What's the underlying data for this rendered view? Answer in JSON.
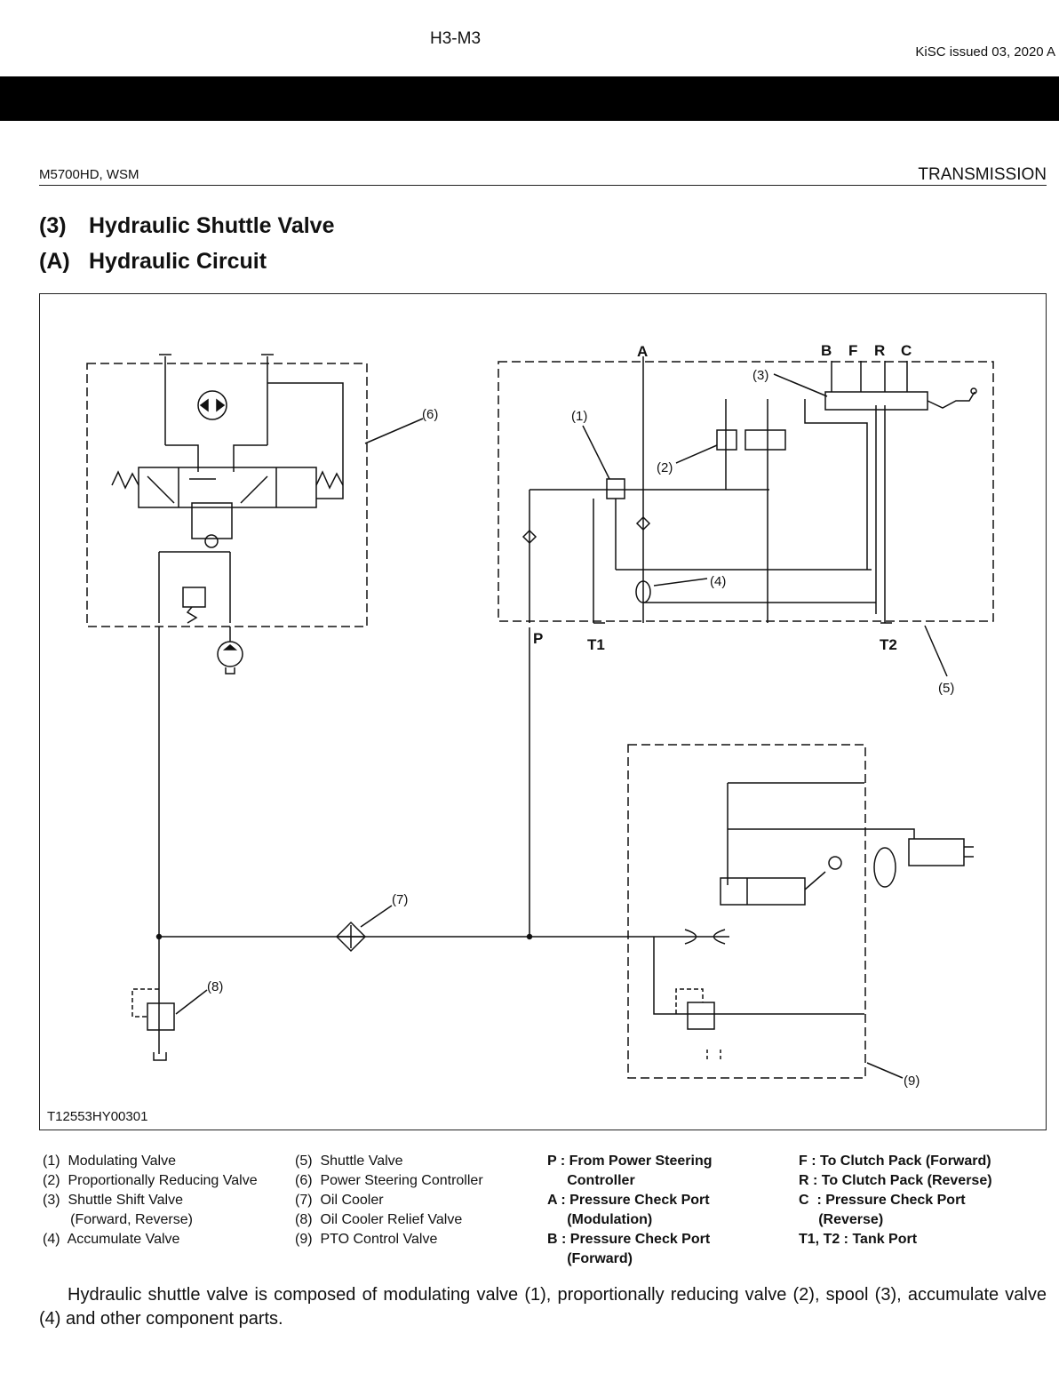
{
  "header": {
    "page_code": "H3-M3",
    "issue": "KiSC issued 03, 2020 A",
    "model": "M5700HD, WSM",
    "section": "TRANSMISSION"
  },
  "headings": [
    {
      "num": "(3)",
      "text": "Hydraulic Shuttle Valve"
    },
    {
      "num": "(A)",
      "text": "Hydraulic Circuit"
    }
  ],
  "figure": {
    "code": "T12553HY00301",
    "callouts": [
      "(1)",
      "(2)",
      "(3)",
      "(4)",
      "(5)",
      "(6)",
      "(7)",
      "(8)",
      "(9)"
    ],
    "ports": {
      "A": "A",
      "B": "B",
      "F": "F",
      "R": "R",
      "C": "C",
      "P": "P",
      "T1": "T1",
      "T2": "T2"
    }
  },
  "legend": {
    "col1": [
      "(1)  Modulating Valve",
      "(2)  Proportionally Reducing Valve",
      "(3)  Shuttle Shift Valve",
      "       (Forward, Reverse)",
      "(4)  Accumulate Valve"
    ],
    "col2": [
      "(5)  Shuttle Valve",
      "(6)  Power Steering Controller",
      "(7)  Oil Cooler",
      "(8)  Oil Cooler Relief Valve",
      "(9)  PTO Control Valve"
    ],
    "col3": [
      "P : From Power Steering",
      "     Controller",
      "A : Pressure Check Port",
      "     (Modulation)",
      "B : Pressure Check Port",
      "     (Forward)"
    ],
    "col4": [
      "F : To Clutch Pack (Forward)",
      "R : To Clutch Pack (Reverse)",
      "C  : Pressure Check Port",
      "     (Reverse)",
      "T1, T2 : Tank Port"
    ]
  },
  "body": "Hydraulic shuttle valve is composed of modulating valve (1), proportionally reducing valve (2), spool (3), accumulate valve (4) and other component parts."
}
